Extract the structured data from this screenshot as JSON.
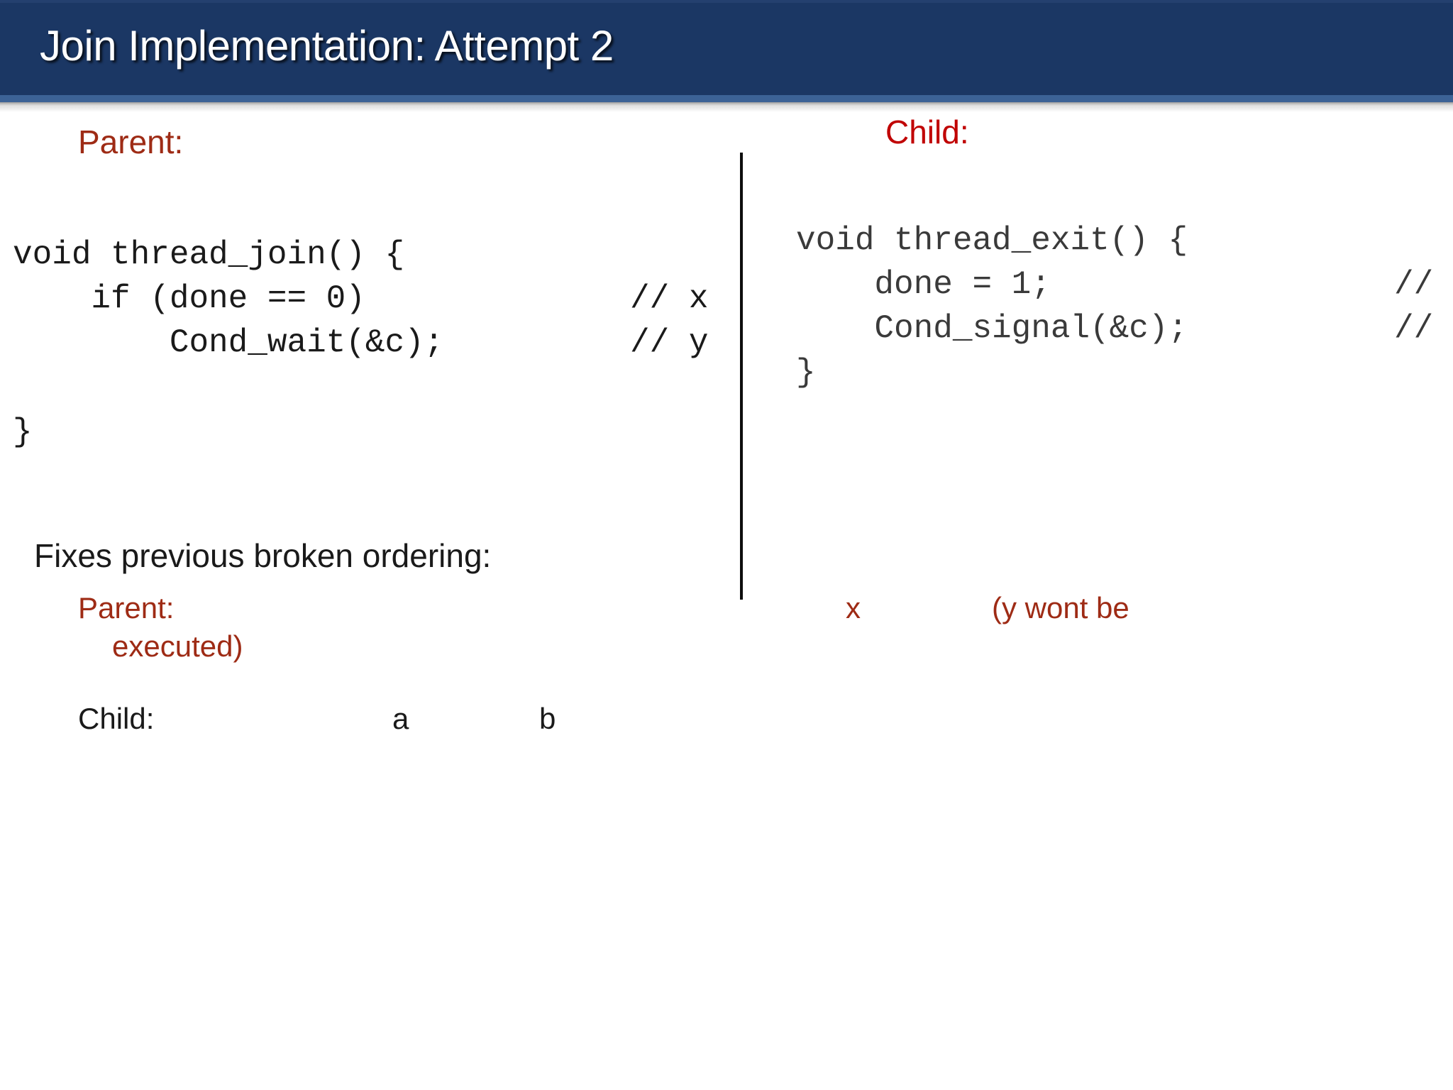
{
  "slide": {
    "title": "Join Implementation: Attempt 2",
    "theme": {
      "title_bar_bg": "#1b3764",
      "title_accent": "#3c6296",
      "title_text": "#ffffff",
      "body_bg": "#ffffff",
      "parent_red": "#9e2b15",
      "child_red": "#c00000",
      "code_text": "#1a1a1a",
      "divider": "#0d0d0d"
    }
  },
  "left_column": {
    "heading": "Parent:",
    "code": "void thread_join() {\n    if (done == 0)\n        Cond_wait(&c);",
    "closing_brace": "}",
    "comments": "// x\n// y"
  },
  "right_column": {
    "heading": "Child:",
    "code": "void thread_exit() {\n    done = 1;\n    Cond_signal(&c);\n}",
    "comments": "// a\n// b"
  },
  "explanation": {
    "intro": "Fixes previous broken ordering:",
    "parent_label": "Parent:",
    "parent_first_event": "x",
    "parent_note": "(y wont be",
    "parent_note_continued": "executed)",
    "child_label": "Child:",
    "child_event_a": "a",
    "child_event_b": "b"
  }
}
